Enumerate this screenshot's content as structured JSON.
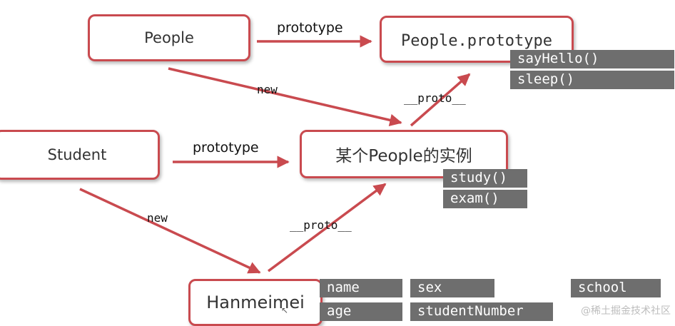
{
  "nodes": {
    "people": "People",
    "people_prototype": "People.prototype",
    "student": "Student",
    "people_instance": "某个People的实例",
    "hanmeimei": "Hanmeimei"
  },
  "edge_labels": {
    "people_to_proto": "prototype",
    "people_new": "new",
    "instance_proto": "__proto__",
    "student_to_proto": "prototype",
    "student_new": "new",
    "hanmeimei_proto": "__proto__"
  },
  "members": {
    "people_prototype": [
      "sayHello()",
      "sleep()"
    ],
    "people_instance": [
      "study()",
      "exam()"
    ],
    "hanmeimei": [
      "name",
      "sex",
      "school",
      "age",
      "studentNumber"
    ]
  },
  "watermark": "@稀土掘金技术社区",
  "colors": {
    "arrow": "#c94a4f",
    "border": "#c94a4f",
    "tag_bg": "#6e6e6e"
  }
}
